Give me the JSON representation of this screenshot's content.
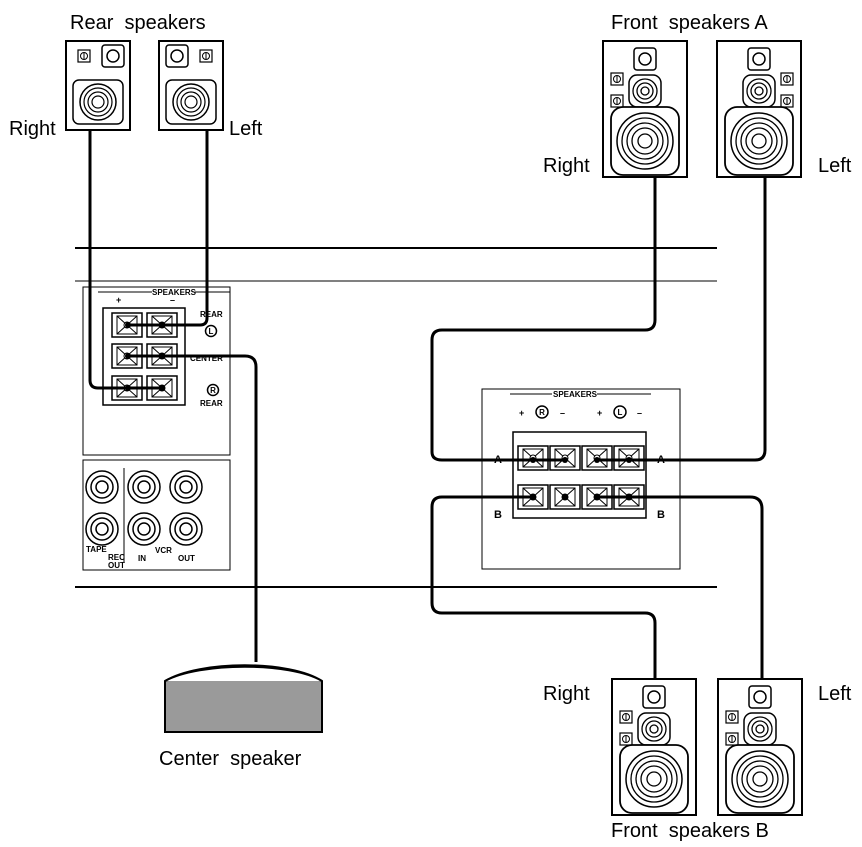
{
  "labels": {
    "rear_speakers": "Rear  speakers",
    "rear_right": "Right",
    "rear_left": "Left",
    "front_a": "Front  speakers A",
    "front_a_right": "Right",
    "front_a_left": "Left",
    "front_b": "Front  speakers B",
    "front_b_right": "Right",
    "front_b_left": "Left",
    "center_speaker": "Center  speaker"
  },
  "left_panel": {
    "speakers_title": "SPEAKERS",
    "plus": "+",
    "minus": "–",
    "rear_top": "REAR",
    "l_mark": "L",
    "center": "CENTER",
    "r_mark": "R",
    "rear_bottom": "REAR",
    "tape": "TAPE",
    "rec_out": "REC\nOUT",
    "rec": "REC",
    "out_small": "OUT",
    "vcr": "VCR",
    "in": "IN",
    "out": "OUT"
  },
  "right_panel": {
    "speakers_title": "SPEAKERS",
    "plus1": "+",
    "r_mark": "R",
    "minus1": "–",
    "plus2": "+",
    "l_mark": "L",
    "minus2": "–",
    "a_left": "A",
    "a_right": "A",
    "b_left": "B",
    "b_right": "B"
  }
}
